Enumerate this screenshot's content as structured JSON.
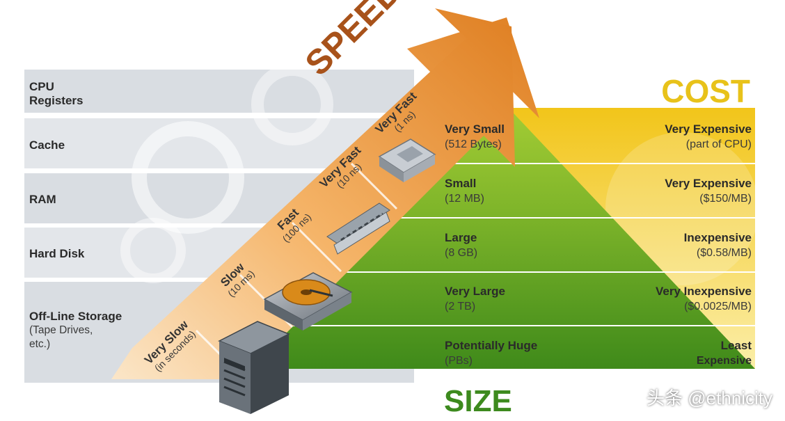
{
  "levels": [
    {
      "name": "CPU\nRegisters"
    },
    {
      "name": "Cache"
    },
    {
      "name": "RAM"
    },
    {
      "name": "Hard Disk"
    },
    {
      "name": "Off-Line Storage",
      "detail": "(Tape Drives,\netc.)"
    }
  ],
  "speed": {
    "title": "SPEED",
    "steps": [
      {
        "label": "Very Fast",
        "detail": "(1 ns)"
      },
      {
        "label": "Very Fast",
        "detail": "(10 ns)"
      },
      {
        "label": "Fast",
        "detail": "(100 ns)"
      },
      {
        "label": "Slow",
        "detail": "(10 ms)"
      },
      {
        "label": "Very Slow",
        "detail": "(in seconds)"
      }
    ]
  },
  "size": {
    "title": "SIZE",
    "rows": [
      {
        "label": "Very Small",
        "detail": "(512 Bytes)"
      },
      {
        "label": "Small",
        "detail": "(12 MB)"
      },
      {
        "label": "Large",
        "detail": "(8 GB)"
      },
      {
        "label": "Very Large",
        "detail": "(2 TB)"
      },
      {
        "label": "Potentially Huge",
        "detail": "(PBs)"
      }
    ]
  },
  "cost": {
    "title": "COST",
    "rows": [
      {
        "label": "Very Expensive",
        "detail": "(part of CPU)"
      },
      {
        "label": "Very Expensive",
        "detail": "($150/MB)"
      },
      {
        "label": "Inexpensive",
        "detail": "($0.58/MB)"
      },
      {
        "label": "Very Inexpensive",
        "detail": "($0.0025/MB)"
      },
      {
        "label": "Least",
        "detail": "Expensive"
      }
    ]
  },
  "watermark": "头条 @ethnicity",
  "colors": {
    "speed_arrow": "#e0872a",
    "pyramid_top": "#a8d030",
    "pyramid_bottom": "#3f8a1a",
    "cost_band": "#f3c81a",
    "cost_title": "#e8c21a",
    "size_title": "#3d8a1e"
  },
  "icons": [
    "cpu-chip-icon",
    "ram-module-icon",
    "hard-disk-icon",
    "server-tower-icon"
  ]
}
